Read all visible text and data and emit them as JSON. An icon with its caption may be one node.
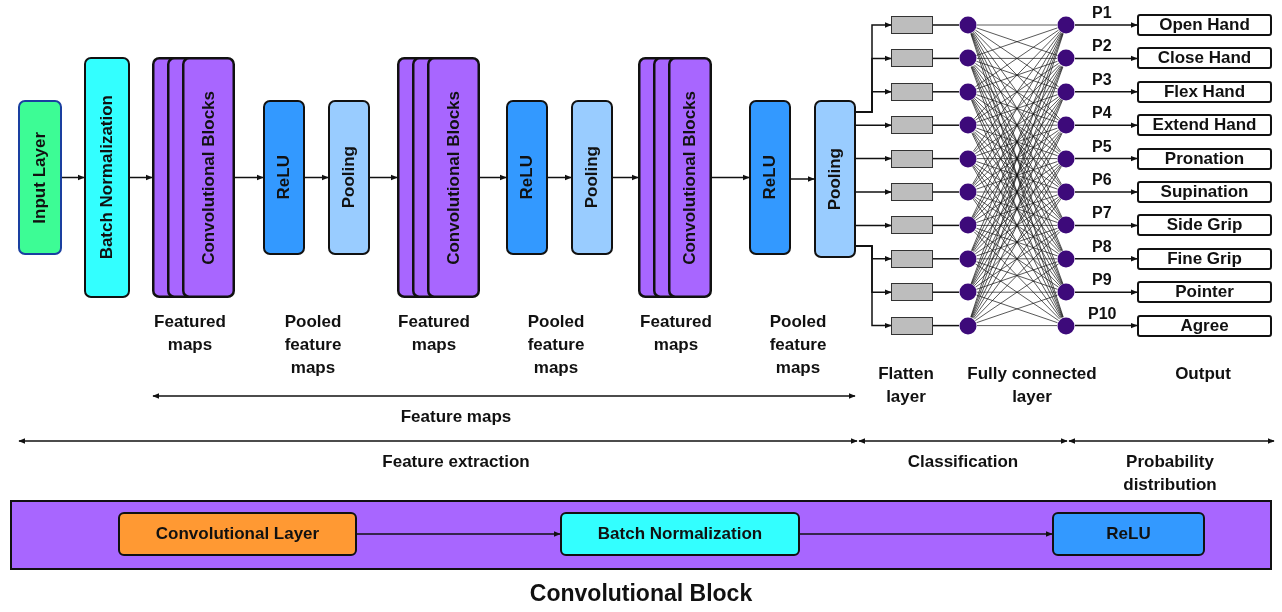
{
  "diagram": {
    "nodes": [
      {
        "text": [
          "Input Layer"
        ]
      },
      {
        "text": [
          "Batch Normalization"
        ]
      },
      {
        "text": [
          "Convolutional Blocks"
        ]
      },
      {
        "text": [
          "ReLU"
        ]
      },
      {
        "text": [
          "Pooling"
        ]
      },
      {
        "text": [
          "Convolutional Blocks"
        ]
      },
      {
        "text": [
          "ReLU"
        ]
      },
      {
        "text": [
          "Pooling"
        ]
      },
      {
        "text": [
          "Convolutional Blocks"
        ]
      },
      {
        "text": [
          "ReLU"
        ]
      },
      {
        "text": [
          "Pooling"
        ]
      },
      {
        "text": [],
        "shape": "box"
      },
      {
        "text": [],
        "shape": "box"
      },
      {
        "text": [],
        "shape": "box"
      },
      {
        "text": [],
        "shape": "box"
      },
      {
        "text": [],
        "shape": "box"
      },
      {
        "text": [],
        "shape": "box"
      },
      {
        "text": [],
        "shape": "box"
      },
      {
        "text": [],
        "shape": "box"
      },
      {
        "text": [],
        "shape": "box"
      },
      {
        "text": [],
        "shape": "box"
      },
      {
        "text": [],
        "shape": "circle"
      },
      {
        "text": [],
        "shape": "circle"
      },
      {
        "text": [],
        "shape": "circle"
      },
      {
        "text": [],
        "shape": "circle"
      },
      {
        "text": [],
        "shape": "circle"
      },
      {
        "text": [],
        "shape": "circle"
      },
      {
        "text": [],
        "shape": "circle"
      },
      {
        "text": [],
        "shape": "circle"
      },
      {
        "text": [],
        "shape": "circle"
      },
      {
        "text": [],
        "shape": "circle"
      },
      {
        "text": [],
        "shape": "circle"
      },
      {
        "text": [],
        "shape": "circle"
      },
      {
        "text": [],
        "shape": "circle"
      },
      {
        "text": [],
        "shape": "circle"
      },
      {
        "text": [],
        "shape": "circle"
      },
      {
        "text": [],
        "shape": "circle"
      },
      {
        "text": [],
        "shape": "circle"
      },
      {
        "text": [],
        "shape": "circle"
      },
      {
        "text": [],
        "shape": "circle"
      },
      {
        "text": [],
        "shape": "circle"
      },
      {
        "text": [
          "Open Hand"
        ]
      },
      {
        "text": [
          "Close Hand"
        ]
      },
      {
        "text": [
          "Flex Hand"
        ]
      },
      {
        "text": [
          "Extend Hand"
        ]
      },
      {
        "text": [
          "Pronation"
        ]
      },
      {
        "text": [
          "Supination"
        ]
      },
      {
        "text": [
          "Side Grip"
        ]
      },
      {
        "text": [
          "Fine Grip"
        ]
      },
      {
        "text": [
          "Pointer"
        ]
      },
      {
        "text": [
          "Agree"
        ]
      },
      {
        "text": [
          "Convolutional Block"
        ]
      },
      {
        "text": [
          "Convolutional Layer"
        ],
        "in": 51
      },
      {
        "text": [
          "Batch Normalization"
        ],
        "in": 51
      },
      {
        "text": [
          "ReLU"
        ],
        "in": 51
      }
    ],
    "edges": [
      {
        "from": 0,
        "to": 1,
        "arrow": "to"
      },
      {
        "from": 1,
        "to": 2,
        "arrow": "to"
      },
      {
        "from": 2,
        "to": 3,
        "arrow": "to"
      },
      {
        "from": 3,
        "to": 4,
        "arrow": "to"
      },
      {
        "from": 4,
        "to": 5,
        "arrow": "to"
      },
      {
        "from": 5,
        "to": 6,
        "arrow": "to"
      },
      {
        "from": 6,
        "to": 7,
        "arrow": "to"
      },
      {
        "from": 7,
        "to": 8,
        "arrow": "to"
      },
      {
        "from": 8,
        "to": 9,
        "arrow": "to"
      },
      {
        "from": 9,
        "to": 10,
        "arrow": "to"
      },
      {
        "from": 10,
        "to": 11,
        "arrow": "to"
      },
      {
        "from": 10,
        "to": 12,
        "arrow": "to"
      },
      {
        "from": 10,
        "to": 13,
        "arrow": "to"
      },
      {
        "from": 10,
        "to": 14,
        "arrow": "to"
      },
      {
        "from": 10,
        "to": 15,
        "arrow": "to"
      },
      {
        "from": 10,
        "to": 16,
        "arrow": "to"
      },
      {
        "from": 10,
        "to": 17,
        "arrow": "to"
      },
      {
        "from": 10,
        "to": 18,
        "arrow": "to"
      },
      {
        "from": 10,
        "to": 19,
        "arrow": "to"
      },
      {
        "from": 10,
        "to": 20,
        "arrow": "to"
      },
      {
        "from": 11,
        "to": 21,
        "arrow": "none"
      },
      {
        "from": 12,
        "to": 22,
        "arrow": "none"
      },
      {
        "from": 13,
        "to": 23,
        "arrow": "none"
      },
      {
        "from": 14,
        "to": 24,
        "arrow": "none"
      },
      {
        "from": 15,
        "to": 25,
        "arrow": "none"
      },
      {
        "from": 16,
        "to": 26,
        "arrow": "none"
      },
      {
        "from": 17,
        "to": 27,
        "arrow": "none"
      },
      {
        "from": 18,
        "to": 28,
        "arrow": "none"
      },
      {
        "from": 19,
        "to": 29,
        "arrow": "none"
      },
      {
        "from": 20,
        "to": 30,
        "arrow": "none"
      },
      {
        "from": 21,
        "to": 31,
        "arrow": "none"
      },
      {
        "from": 21,
        "to": 32,
        "arrow": "none"
      },
      {
        "from": 21,
        "to": 33,
        "arrow": "none"
      },
      {
        "from": 21,
        "to": 34,
        "arrow": "none"
      },
      {
        "from": 21,
        "to": 35,
        "arrow": "none"
      },
      {
        "from": 21,
        "to": 36,
        "arrow": "none"
      },
      {
        "from": 21,
        "to": 37,
        "arrow": "none"
      },
      {
        "from": 21,
        "to": 38,
        "arrow": "none"
      },
      {
        "from": 21,
        "to": 39,
        "arrow": "none"
      },
      {
        "from": 21,
        "to": 40,
        "arrow": "none"
      },
      {
        "from": 22,
        "to": 31,
        "arrow": "none"
      },
      {
        "from": 22,
        "to": 32,
        "arrow": "none"
      },
      {
        "from": 22,
        "to": 33,
        "arrow": "none"
      },
      {
        "from": 22,
        "to": 34,
        "arrow": "none"
      },
      {
        "from": 22,
        "to": 35,
        "arrow": "none"
      },
      {
        "from": 22,
        "to": 36,
        "arrow": "none"
      },
      {
        "from": 22,
        "to": 37,
        "arrow": "none"
      },
      {
        "from": 22,
        "to": 38,
        "arrow": "none"
      },
      {
        "from": 22,
        "to": 39,
        "arrow": "none"
      },
      {
        "from": 22,
        "to": 40,
        "arrow": "none"
      },
      {
        "from": 23,
        "to": 31,
        "arrow": "none"
      },
      {
        "from": 23,
        "to": 32,
        "arrow": "none"
      },
      {
        "from": 23,
        "to": 33,
        "arrow": "none"
      },
      {
        "from": 23,
        "to": 34,
        "arrow": "none"
      },
      {
        "from": 23,
        "to": 35,
        "arrow": "none"
      },
      {
        "from": 23,
        "to": 36,
        "arrow": "none"
      },
      {
        "from": 23,
        "to": 37,
        "arrow": "none"
      },
      {
        "from": 23,
        "to": 38,
        "arrow": "none"
      },
      {
        "from": 23,
        "to": 39,
        "arrow": "none"
      },
      {
        "from": 23,
        "to": 40,
        "arrow": "none"
      },
      {
        "from": 24,
        "to": 31,
        "arrow": "none"
      },
      {
        "from": 24,
        "to": 32,
        "arrow": "none"
      },
      {
        "from": 24,
        "to": 33,
        "arrow": "none"
      },
      {
        "from": 24,
        "to": 34,
        "arrow": "none"
      },
      {
        "from": 24,
        "to": 35,
        "arrow": "none"
      },
      {
        "from": 24,
        "to": 36,
        "arrow": "none"
      },
      {
        "from": 24,
        "to": 37,
        "arrow": "none"
      },
      {
        "from": 24,
        "to": 38,
        "arrow": "none"
      },
      {
        "from": 24,
        "to": 39,
        "arrow": "none"
      },
      {
        "from": 24,
        "to": 40,
        "arrow": "none"
      },
      {
        "from": 25,
        "to": 31,
        "arrow": "none"
      },
      {
        "from": 25,
        "to": 32,
        "arrow": "none"
      },
      {
        "from": 25,
        "to": 33,
        "arrow": "none"
      },
      {
        "from": 25,
        "to": 34,
        "arrow": "none"
      },
      {
        "from": 25,
        "to": 35,
        "arrow": "none"
      },
      {
        "from": 25,
        "to": 36,
        "arrow": "none"
      },
      {
        "from": 25,
        "to": 37,
        "arrow": "none"
      },
      {
        "from": 25,
        "to": 38,
        "arrow": "none"
      },
      {
        "from": 25,
        "to": 39,
        "arrow": "none"
      },
      {
        "from": 25,
        "to": 40,
        "arrow": "none"
      },
      {
        "from": 26,
        "to": 31,
        "arrow": "none"
      },
      {
        "from": 26,
        "to": 32,
        "arrow": "none"
      },
      {
        "from": 26,
        "to": 33,
        "arrow": "none"
      },
      {
        "from": 26,
        "to": 34,
        "arrow": "none"
      },
      {
        "from": 26,
        "to": 35,
        "arrow": "none"
      },
      {
        "from": 26,
        "to": 36,
        "arrow": "none"
      },
      {
        "from": 26,
        "to": 37,
        "arrow": "none"
      },
      {
        "from": 26,
        "to": 38,
        "arrow": "none"
      },
      {
        "from": 26,
        "to": 39,
        "arrow": "none"
      },
      {
        "from": 26,
        "to": 40,
        "arrow": "none"
      },
      {
        "from": 27,
        "to": 31,
        "arrow": "none"
      },
      {
        "from": 27,
        "to": 32,
        "arrow": "none"
      },
      {
        "from": 27,
        "to": 33,
        "arrow": "none"
      },
      {
        "from": 27,
        "to": 34,
        "arrow": "none"
      },
      {
        "from": 27,
        "to": 35,
        "arrow": "none"
      },
      {
        "from": 27,
        "to": 36,
        "arrow": "none"
      },
      {
        "from": 27,
        "to": 37,
        "arrow": "none"
      },
      {
        "from": 27,
        "to": 38,
        "arrow": "none"
      },
      {
        "from": 27,
        "to": 39,
        "arrow": "none"
      },
      {
        "from": 27,
        "to": 40,
        "arrow": "none"
      },
      {
        "from": 28,
        "to": 31,
        "arrow": "none"
      },
      {
        "from": 28,
        "to": 32,
        "arrow": "none"
      },
      {
        "from": 28,
        "to": 33,
        "arrow": "none"
      },
      {
        "from": 28,
        "to": 34,
        "arrow": "none"
      },
      {
        "from": 28,
        "to": 35,
        "arrow": "none"
      },
      {
        "from": 28,
        "to": 36,
        "arrow": "none"
      },
      {
        "from": 28,
        "to": 37,
        "arrow": "none"
      },
      {
        "from": 28,
        "to": 38,
        "arrow": "none"
      },
      {
        "from": 28,
        "to": 39,
        "arrow": "none"
      },
      {
        "from": 28,
        "to": 40,
        "arrow": "none"
      },
      {
        "from": 29,
        "to": 31,
        "arrow": "none"
      },
      {
        "from": 29,
        "to": 32,
        "arrow": "none"
      },
      {
        "from": 29,
        "to": 33,
        "arrow": "none"
      },
      {
        "from": 29,
        "to": 34,
        "arrow": "none"
      },
      {
        "from": 29,
        "to": 35,
        "arrow": "none"
      },
      {
        "from": 29,
        "to": 36,
        "arrow": "none"
      },
      {
        "from": 29,
        "to": 37,
        "arrow": "none"
      },
      {
        "from": 29,
        "to": 38,
        "arrow": "none"
      },
      {
        "from": 29,
        "to": 39,
        "arrow": "none"
      },
      {
        "from": 29,
        "to": 40,
        "arrow": "none"
      },
      {
        "from": 30,
        "to": 31,
        "arrow": "none"
      },
      {
        "from": 30,
        "to": 32,
        "arrow": "none"
      },
      {
        "from": 30,
        "to": 33,
        "arrow": "none"
      },
      {
        "from": 30,
        "to": 34,
        "arrow": "none"
      },
      {
        "from": 30,
        "to": 35,
        "arrow": "none"
      },
      {
        "from": 30,
        "to": 36,
        "arrow": "none"
      },
      {
        "from": 30,
        "to": 37,
        "arrow": "none"
      },
      {
        "from": 30,
        "to": 38,
        "arrow": "none"
      },
      {
        "from": 30,
        "to": 39,
        "arrow": "none"
      },
      {
        "from": 30,
        "to": 40,
        "arrow": "none"
      },
      {
        "from": 31,
        "to": 41,
        "label": "P1",
        "arrow": "to"
      },
      {
        "from": 32,
        "to": 42,
        "label": "P2",
        "arrow": "to"
      },
      {
        "from": 33,
        "to": 43,
        "label": "P3",
        "arrow": "to"
      },
      {
        "from": 34,
        "to": 44,
        "label": "P4",
        "arrow": "to"
      },
      {
        "from": 35,
        "to": 45,
        "label": "P5",
        "arrow": "to"
      },
      {
        "from": 36,
        "to": 46,
        "label": "P6",
        "arrow": "to"
      },
      {
        "from": 37,
        "to": 47,
        "label": "P7",
        "arrow": "to"
      },
      {
        "from": 38,
        "to": 48,
        "label": "P8",
        "arrow": "to"
      },
      {
        "from": 39,
        "to": 49,
        "label": "P9",
        "arrow": "to"
      },
      {
        "from": 40,
        "to": 50,
        "label": "P10",
        "arrow": "to"
      },
      {
        "from": 52,
        "to": 53,
        "arrow": "to"
      },
      {
        "from": 53,
        "to": 54,
        "arrow": "to"
      }
    ],
    "labels": [
      "Featured maps",
      "Pooled feature maps",
      "Featured maps",
      "Pooled feature maps",
      "Featured maps",
      "Pooled feature maps",
      "Flatten layer",
      "Fully connected layer",
      "Output",
      "Feature maps",
      "Feature extraction",
      "Classification",
      "Probability distribution"
    ]
  }
}
